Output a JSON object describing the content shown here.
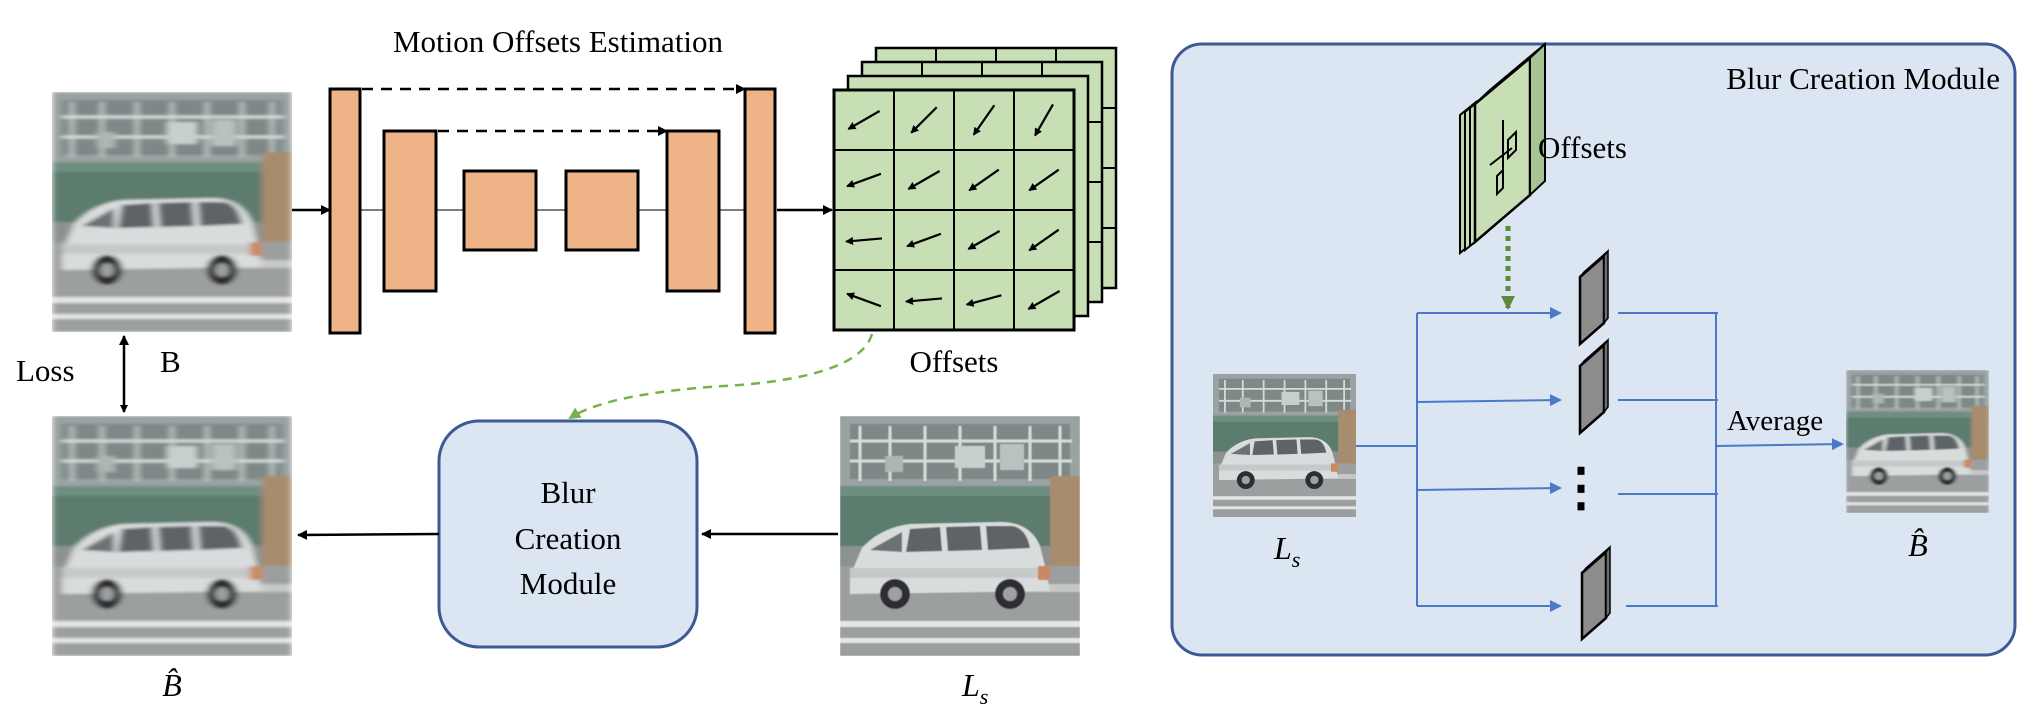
{
  "left_panel": {
    "title": "Motion Offsets Estimation",
    "offsets_label": "Offsets",
    "loss_label": "Loss",
    "b_label": "B",
    "b_hat_label": "B̂",
    "ls_label_base": "L",
    "ls_label_sub": "s",
    "module_lines": [
      "Blur",
      "Creation",
      "Module"
    ],
    "offset_grid": {
      "rows": 4,
      "cols": 4,
      "arrow_angles_deg": [
        [
          210,
          225,
          235,
          240
        ],
        [
          200,
          210,
          215,
          215
        ],
        [
          185,
          200,
          210,
          215
        ],
        [
          160,
          185,
          195,
          210
        ]
      ]
    },
    "colors": {
      "encoder_block": "#eeb387",
      "offset_grid": "#c8dfb5",
      "module_fill": "#dce6f2",
      "module_border": "#3c5a96",
      "green_dashed": "#79b04a"
    }
  },
  "right_panel": {
    "title": "Blur Creation Module",
    "offsets_label": "Offsets",
    "average_label": "Average",
    "ls_label_base": "L",
    "ls_label_sub": "s",
    "b_hat_label": "B̂",
    "ellipsis": "⋮",
    "colors": {
      "panel_fill": "#dce6f2",
      "panel_border": "#3c5a96",
      "flow_line": "#4a79c8",
      "kernel": "#8c8c8c",
      "green_dotted": "#5a8a3a"
    }
  }
}
